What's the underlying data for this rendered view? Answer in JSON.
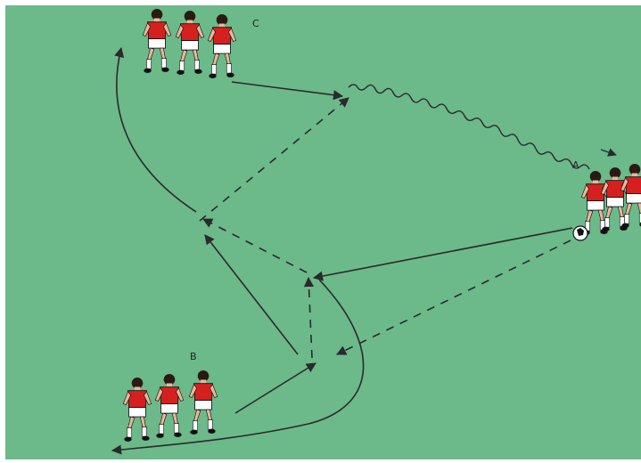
{
  "diagram": {
    "field_color": "#6cb98a",
    "player_shirt_color": "#d62020",
    "player_shorts_color": "#ffffff",
    "line_color": "#2a2a2a",
    "groups": [
      {
        "id": "A",
        "label": "A",
        "players": 3,
        "has_ball": true
      },
      {
        "id": "B",
        "label": "B",
        "players": 3,
        "has_ball": false
      },
      {
        "id": "C",
        "label": "C",
        "players": 3,
        "has_ball": false
      }
    ],
    "line_types": [
      "player-run",
      "pass",
      "dribble"
    ]
  }
}
